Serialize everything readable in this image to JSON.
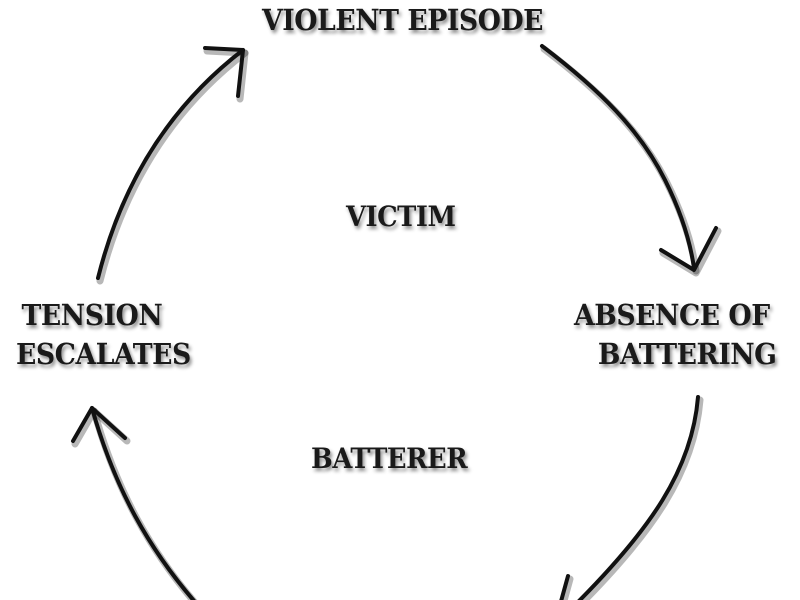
{
  "diagram": {
    "type": "cycle",
    "stages": [
      {
        "id": "violent-episode",
        "lines": [
          "VIOLENT EPISODE"
        ]
      },
      {
        "id": "absence-of-battering",
        "lines": [
          "ABSENCE OF",
          "BATTERING"
        ]
      },
      {
        "id": "tension-escalates",
        "lines": [
          "TENSION",
          "ESCALATES"
        ]
      }
    ],
    "center_labels": {
      "upper": "VICTIM",
      "lower": "BATTERER"
    },
    "arrows": [
      {
        "from": "tension-escalates",
        "to": "violent-episode",
        "direction": "clockwise"
      },
      {
        "from": "violent-episode",
        "to": "absence-of-battering",
        "direction": "clockwise"
      },
      {
        "from": "absence-of-battering",
        "to": "bottom (cropped)",
        "direction": "clockwise"
      },
      {
        "from": "bottom (cropped)",
        "to": "tension-escalates",
        "direction": "clockwise"
      }
    ],
    "colors": {
      "background": "#ffffff",
      "ink": "#111111"
    }
  }
}
